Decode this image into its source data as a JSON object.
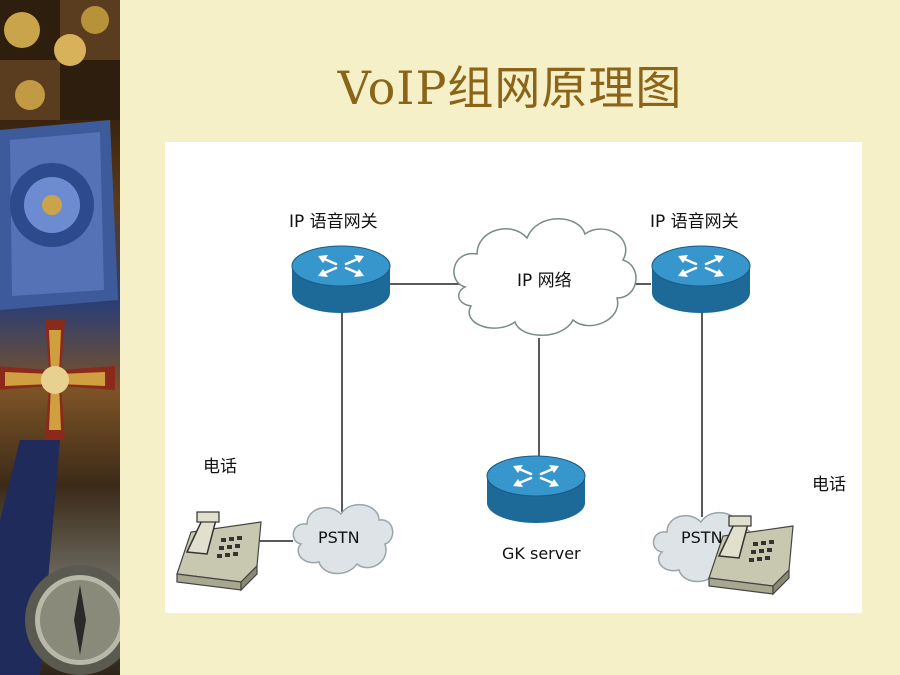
{
  "slide": {
    "title": "VoIP组网原理图"
  },
  "diagram": {
    "gateway_left_label": "IP 语音网关",
    "gateway_right_label": "IP 语音网关",
    "ip_network_label": "IP 网络",
    "gk_server_label": "GK server",
    "pstn_left_label": "PSTN",
    "pstn_right_label": "PSTN",
    "phone_left_label": "电话",
    "phone_right_label": "电话"
  },
  "colors": {
    "title": "#8a6418",
    "slide_background": "#f5f0c8",
    "router_top": "#2f8bbf",
    "router_side": "#1d6a99",
    "cloud_fill": "#ffffff",
    "cloud_stroke": "#7a8a8a",
    "pstn_cloud_fill": "#dde3e6"
  },
  "icons": {
    "router": "router-icon",
    "cloud": "cloud-icon",
    "phone": "telephone-icon"
  }
}
